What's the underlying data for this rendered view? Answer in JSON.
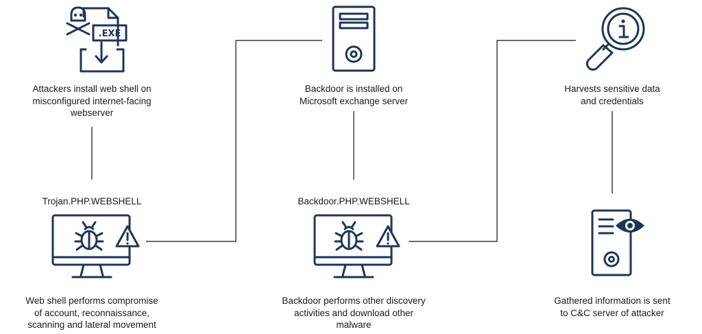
{
  "steps": [
    {
      "id": "step1",
      "text": "Attackers install web shell on\nmisconfigured internet-facing\nwebserver",
      "icon": "exe-file-skull-download-icon"
    },
    {
      "id": "step2",
      "text": "Web shell performs compromise\nof account, reconnaissance,\nscanning and lateral movement",
      "icon": "monitor-bug-warning-icon"
    },
    {
      "id": "step3",
      "text": "Backdoor is installed on\nMicrosoft exchange server",
      "icon": "server-tower-icon"
    },
    {
      "id": "step4",
      "text": "Backdoor performs other discovery\nactivities and download other\nmalware",
      "icon": "monitor-bug-warning-icon"
    },
    {
      "id": "step5",
      "text": "Harvests sensitive data\nand credentials",
      "icon": "magnifier-info-icon"
    },
    {
      "id": "step6",
      "text": "Gathered information is sent\nto C&C server of attacker",
      "icon": "server-eye-icon"
    }
  ],
  "detections": {
    "first": "Trojan.PHP.WEBSHELL",
    "second": "Backdoor.PHP.WEBSHELL"
  },
  "exe_label": ".EXE",
  "colors": {
    "icon": "#1d3557",
    "line": "#111111",
    "text": "#1a1a1a"
  }
}
